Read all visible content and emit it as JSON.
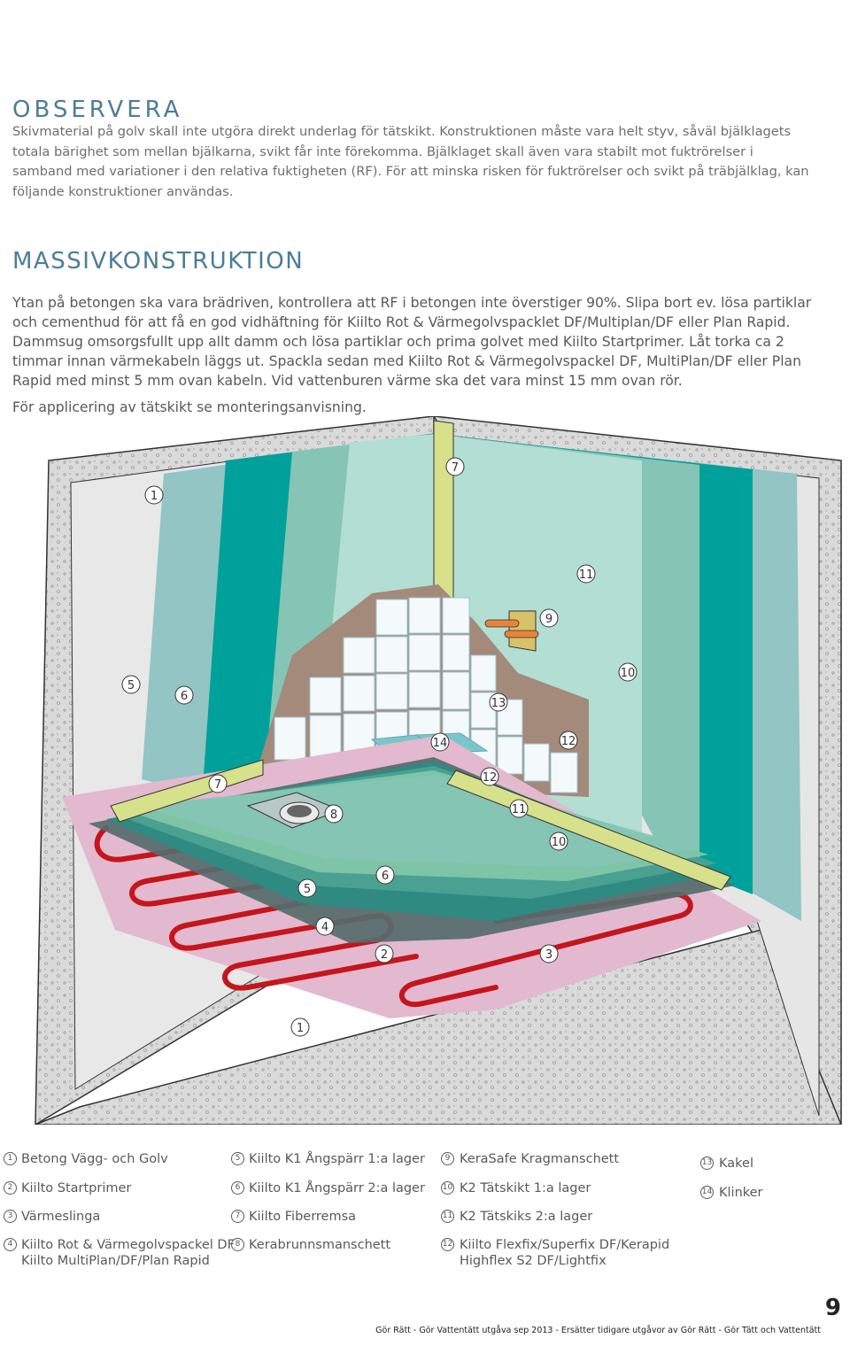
{
  "observera": {
    "title": "OBSERVERA",
    "text": "Skivmaterial på golv skall inte utgöra direkt underlag för tätskikt. Konstruktionen måste vara helt styv, såväl bjälklagets totala bärighet som mellan bjälkarna, svikt får inte förekomma. Bjälklaget skall även vara stabilt mot fuktrörelser i samband med variationer i den relativa fuktigheten (RF). För att minska risken för fuktrörelser och svikt på träbjälklag, kan följande konstruktioner användas."
  },
  "massiv": {
    "title": "MASSIVKONSTRUKTION",
    "text": "Ytan på betongen ska vara brädriven, kontrollera att RF i betongen inte överstiger 90%. Slipa bort ev. lösa partiklar och cementhud för att få en god vidhäftning för Kiilto Rot & Värmegolvspacklet DF/Multiplan/DF eller Plan Rapid. Dammsug omsorgsfullt upp allt damm och lösa partiklar och prima golvet med Kiilto Startprimer. Låt torka ca 2 timmar innan värmekabeln läggs ut. Spackla sedan med Kiilto Rot & Värmegolvspackel DF, MultiPlan/DF eller Plan Rapid med minst 5 mm ovan kabeln. Vid vattenburen värme ska det vara minst 15 mm ovan rör.",
    "apply": "För applicering av tätskikt se monteringsanvisning."
  },
  "callouts": {
    "c1a": "1",
    "c7a": "7",
    "c11a": "11",
    "c9": "9",
    "c5a": "5",
    "c6a": "6",
    "c10a": "10",
    "c13": "13",
    "c14": "14",
    "c12a": "12",
    "c7b": "7",
    "c12b": "12",
    "c8": "8",
    "c11b": "11",
    "c10b": "10",
    "c6b": "6",
    "c5b": "5",
    "c4": "4",
    "c2": "2",
    "c3": "3",
    "c1b": "1"
  },
  "legend": [
    {
      "num": "1",
      "label": "Betong Vägg- och Golv"
    },
    {
      "num": "2",
      "label": "Kiilto Startprimer"
    },
    {
      "num": "3",
      "label": "Värmeslinga"
    },
    {
      "num": "4",
      "label": "Kiilto Rot & Värmegolvspackel DF\nKiilto MultiPlan/DF/Plan Rapid"
    },
    {
      "num": "5",
      "label": "Kiilto K1 Ångspärr 1:a lager"
    },
    {
      "num": "6",
      "label": "Kiilto K1 Ångspärr 2:a lager"
    },
    {
      "num": "7",
      "label": "Kiilto Fiberremsa"
    },
    {
      "num": "8",
      "label": "Kerabrunnsmanschett"
    },
    {
      "num": "9",
      "label": "KeraSafe Kragmanschett"
    },
    {
      "num": "10",
      "label": "K2 Tätskikt 1:a lager"
    },
    {
      "num": "11",
      "label": "K2 Tätskiks 2:a lager"
    },
    {
      "num": "12",
      "label": "Kiilto Flexfix/Superfix DF/Kerapid\nHighflex S2 DF/Lightfix"
    },
    {
      "num": "13",
      "label": "Kakel"
    },
    {
      "num": "14",
      "label": "Klinker"
    }
  ],
  "footer": "Gör Rätt - Gör Vattentätt utgåva sep 2013 - Ersätter tidigare utgåvor av Gör Rätt - Gör Tätt och Vattentätt",
  "page_number": "9",
  "colors": {
    "heading": "#4a7d99",
    "concrete": "#d9d9d9",
    "teal_dark": "#00a19a",
    "teal_mid": "#86c5b5",
    "teal_light": "#b3ded4",
    "adhesive": "#a38a7b",
    "fiber_tape": "#d7e08a",
    "heating_cable": "#c4161c",
    "primer": "#e2b9cf"
  }
}
